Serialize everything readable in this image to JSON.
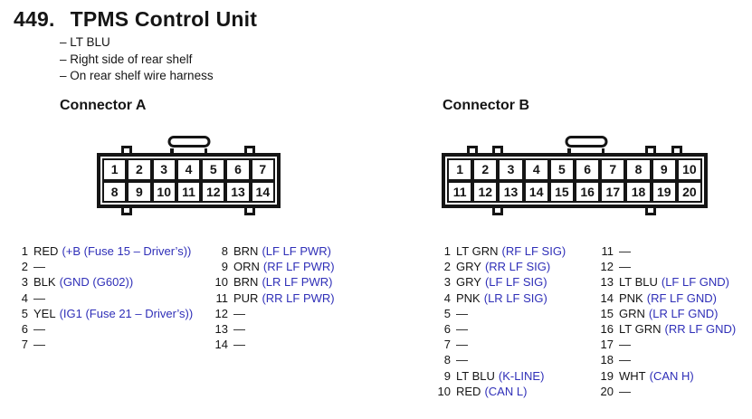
{
  "title": {
    "number": "449.",
    "text": "TPMS Control Unit"
  },
  "notes": [
    "– LT BLU",
    "– Right side of rear shelf",
    "– On rear shelf wire harness"
  ],
  "colors": {
    "ink": "#151515",
    "callout_blue": "#2f2fb8"
  },
  "connectors": [
    {
      "id": "a",
      "heading": "Connector A",
      "grid": {
        "columns": 7,
        "rows": [
          [
            "1",
            "2",
            "3",
            "4",
            "5",
            "6",
            "7"
          ],
          [
            "8",
            "9",
            "10",
            "11",
            "12",
            "13",
            "14"
          ]
        ],
        "top_tabs": [
          1,
          6
        ],
        "bottom_tabs": [
          1,
          6
        ],
        "handle_center": 0.5
      },
      "pin_columns": [
        [
          {
            "n": "1",
            "wire": "RED",
            "desc": "(+B (Fuse 15 – Driver’s))"
          },
          {
            "n": "2",
            "wire": "—",
            "desc": ""
          },
          {
            "n": "3",
            "wire": "BLK",
            "desc": "(GND (G602))"
          },
          {
            "n": "4",
            "wire": "—",
            "desc": ""
          },
          {
            "n": "5",
            "wire": "YEL",
            "desc": "(IG1 (Fuse 21 – Driver’s))"
          },
          {
            "n": "6",
            "wire": "—",
            "desc": ""
          },
          {
            "n": "7",
            "wire": "—",
            "desc": ""
          }
        ],
        [
          {
            "n": "8",
            "wire": "BRN",
            "desc": "(LF LF PWR)"
          },
          {
            "n": "9",
            "wire": "ORN",
            "desc": "(RF LF PWR)"
          },
          {
            "n": "10",
            "wire": "BRN",
            "desc": "(LR LF PWR)"
          },
          {
            "n": "11",
            "wire": "PUR",
            "desc": "(RR LF PWR)"
          },
          {
            "n": "12",
            "wire": "—",
            "desc": ""
          },
          {
            "n": "13",
            "wire": "—",
            "desc": ""
          },
          {
            "n": "14",
            "wire": "—",
            "desc": ""
          }
        ]
      ]
    },
    {
      "id": "b",
      "heading": "Connector B",
      "grid": {
        "columns": 10,
        "rows": [
          [
            "1",
            "2",
            "3",
            "4",
            "5",
            "6",
            "7",
            "8",
            "9",
            "10"
          ],
          [
            "11",
            "12",
            "13",
            "14",
            "15",
            "16",
            "17",
            "18",
            "19",
            "20"
          ]
        ],
        "top_tabs": [
          1,
          2,
          8,
          9
        ],
        "bottom_tabs": [
          2,
          8
        ],
        "handle_center": 0.543
      },
      "pin_columns": [
        [
          {
            "n": "1",
            "wire": "LT GRN",
            "desc": "(RF LF SIG)"
          },
          {
            "n": "2",
            "wire": "GRY",
            "desc": "(RR LF SIG)"
          },
          {
            "n": "3",
            "wire": "GRY",
            "desc": "(LF LF SIG)"
          },
          {
            "n": "4",
            "wire": "PNK",
            "desc": "(LR LF SIG)"
          },
          {
            "n": "5",
            "wire": "—",
            "desc": ""
          },
          {
            "n": "6",
            "wire": "—",
            "desc": ""
          },
          {
            "n": "7",
            "wire": "—",
            "desc": ""
          },
          {
            "n": "8",
            "wire": "—",
            "desc": ""
          },
          {
            "n": "9",
            "wire": "LT BLU",
            "desc": "(K-LINE)"
          },
          {
            "n": "10",
            "wire": "RED",
            "desc": "(CAN L)"
          }
        ],
        [
          {
            "n": "11",
            "wire": "—",
            "desc": ""
          },
          {
            "n": "12",
            "wire": "—",
            "desc": ""
          },
          {
            "n": "13",
            "wire": "LT BLU",
            "desc": "(LF LF GND)"
          },
          {
            "n": "14",
            "wire": "PNK",
            "desc": "(RF LF GND)"
          },
          {
            "n": "15",
            "wire": "GRN",
            "desc": "(LR LF GND)"
          },
          {
            "n": "16",
            "wire": "LT GRN",
            "desc": "(RR LF GND)"
          },
          {
            "n": "17",
            "wire": "—",
            "desc": ""
          },
          {
            "n": "18",
            "wire": "—",
            "desc": ""
          },
          {
            "n": "19",
            "wire": "WHT",
            "desc": "(CAN H)"
          },
          {
            "n": "20",
            "wire": "—",
            "desc": ""
          }
        ]
      ]
    }
  ]
}
